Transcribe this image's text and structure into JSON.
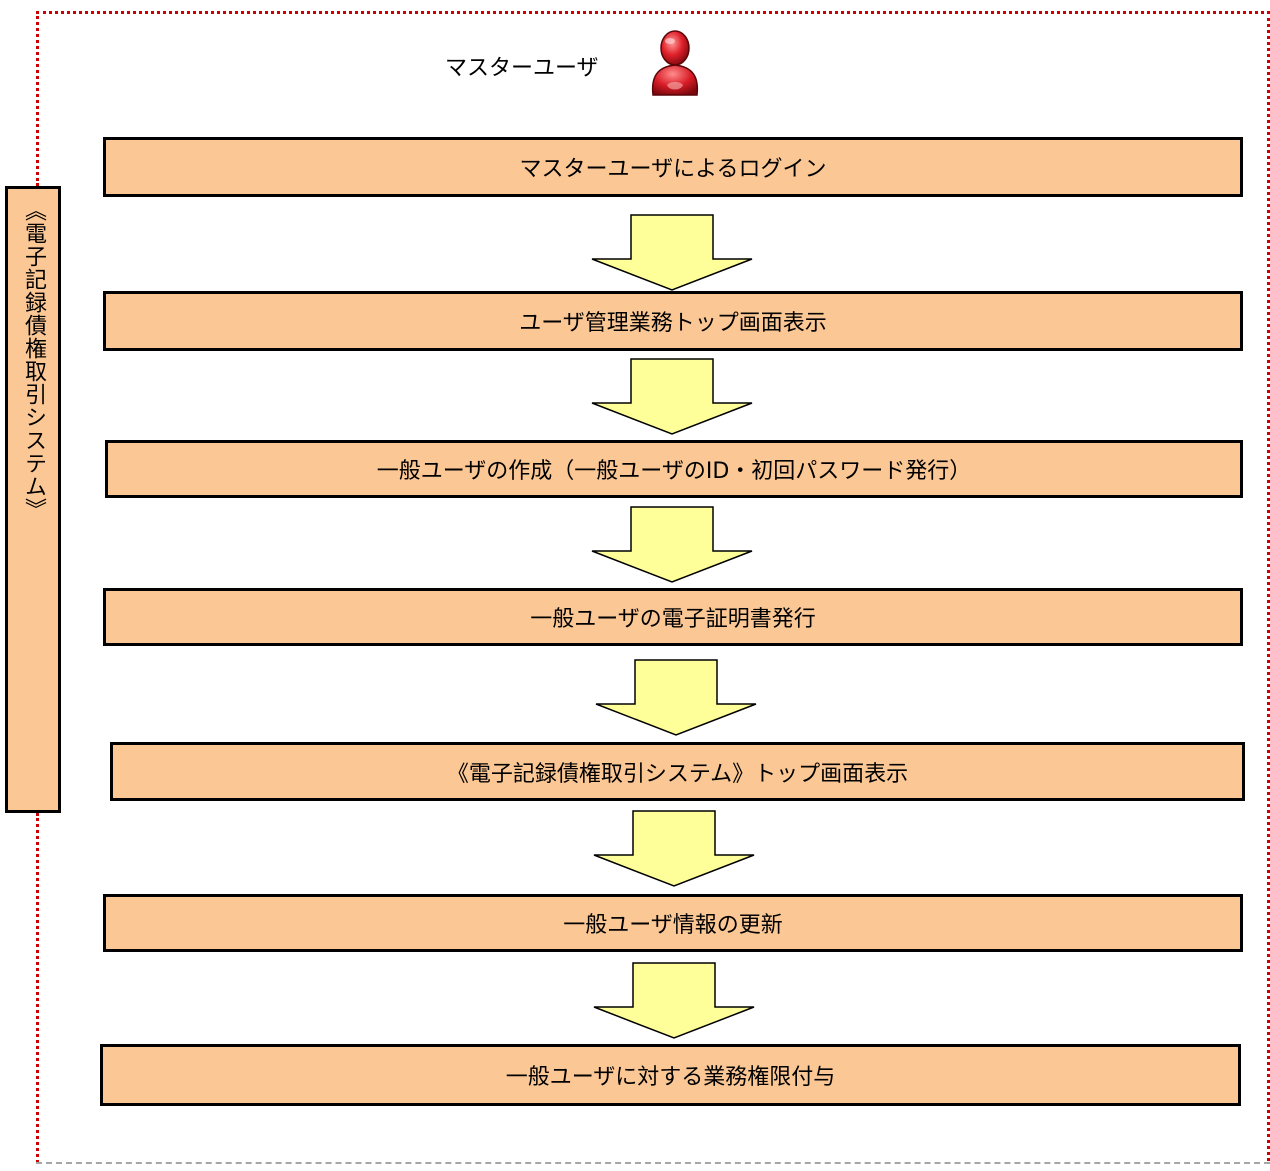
{
  "actor": {
    "label": "マスターユーザ",
    "icon": "user-icon",
    "icon_color": "#e0212b"
  },
  "system_label": "《電子記録債権取引システム》",
  "steps": [
    "マスターユーザによるログイン",
    "ユーザ管理業務トップ画面表示",
    "一般ユーザの作成（一般ユーザのID・初回パスワード発行）",
    "一般ユーザの電子証明書発行",
    "《電子記録債権取引システム》トップ画面表示",
    "一般ユーザ情報の更新",
    "一般ユーザに対する業務権限付与"
  ],
  "colors": {
    "step_fill": "#fbc795",
    "arrow_fill": "#ffff99",
    "frame_border": "#cc0000"
  }
}
